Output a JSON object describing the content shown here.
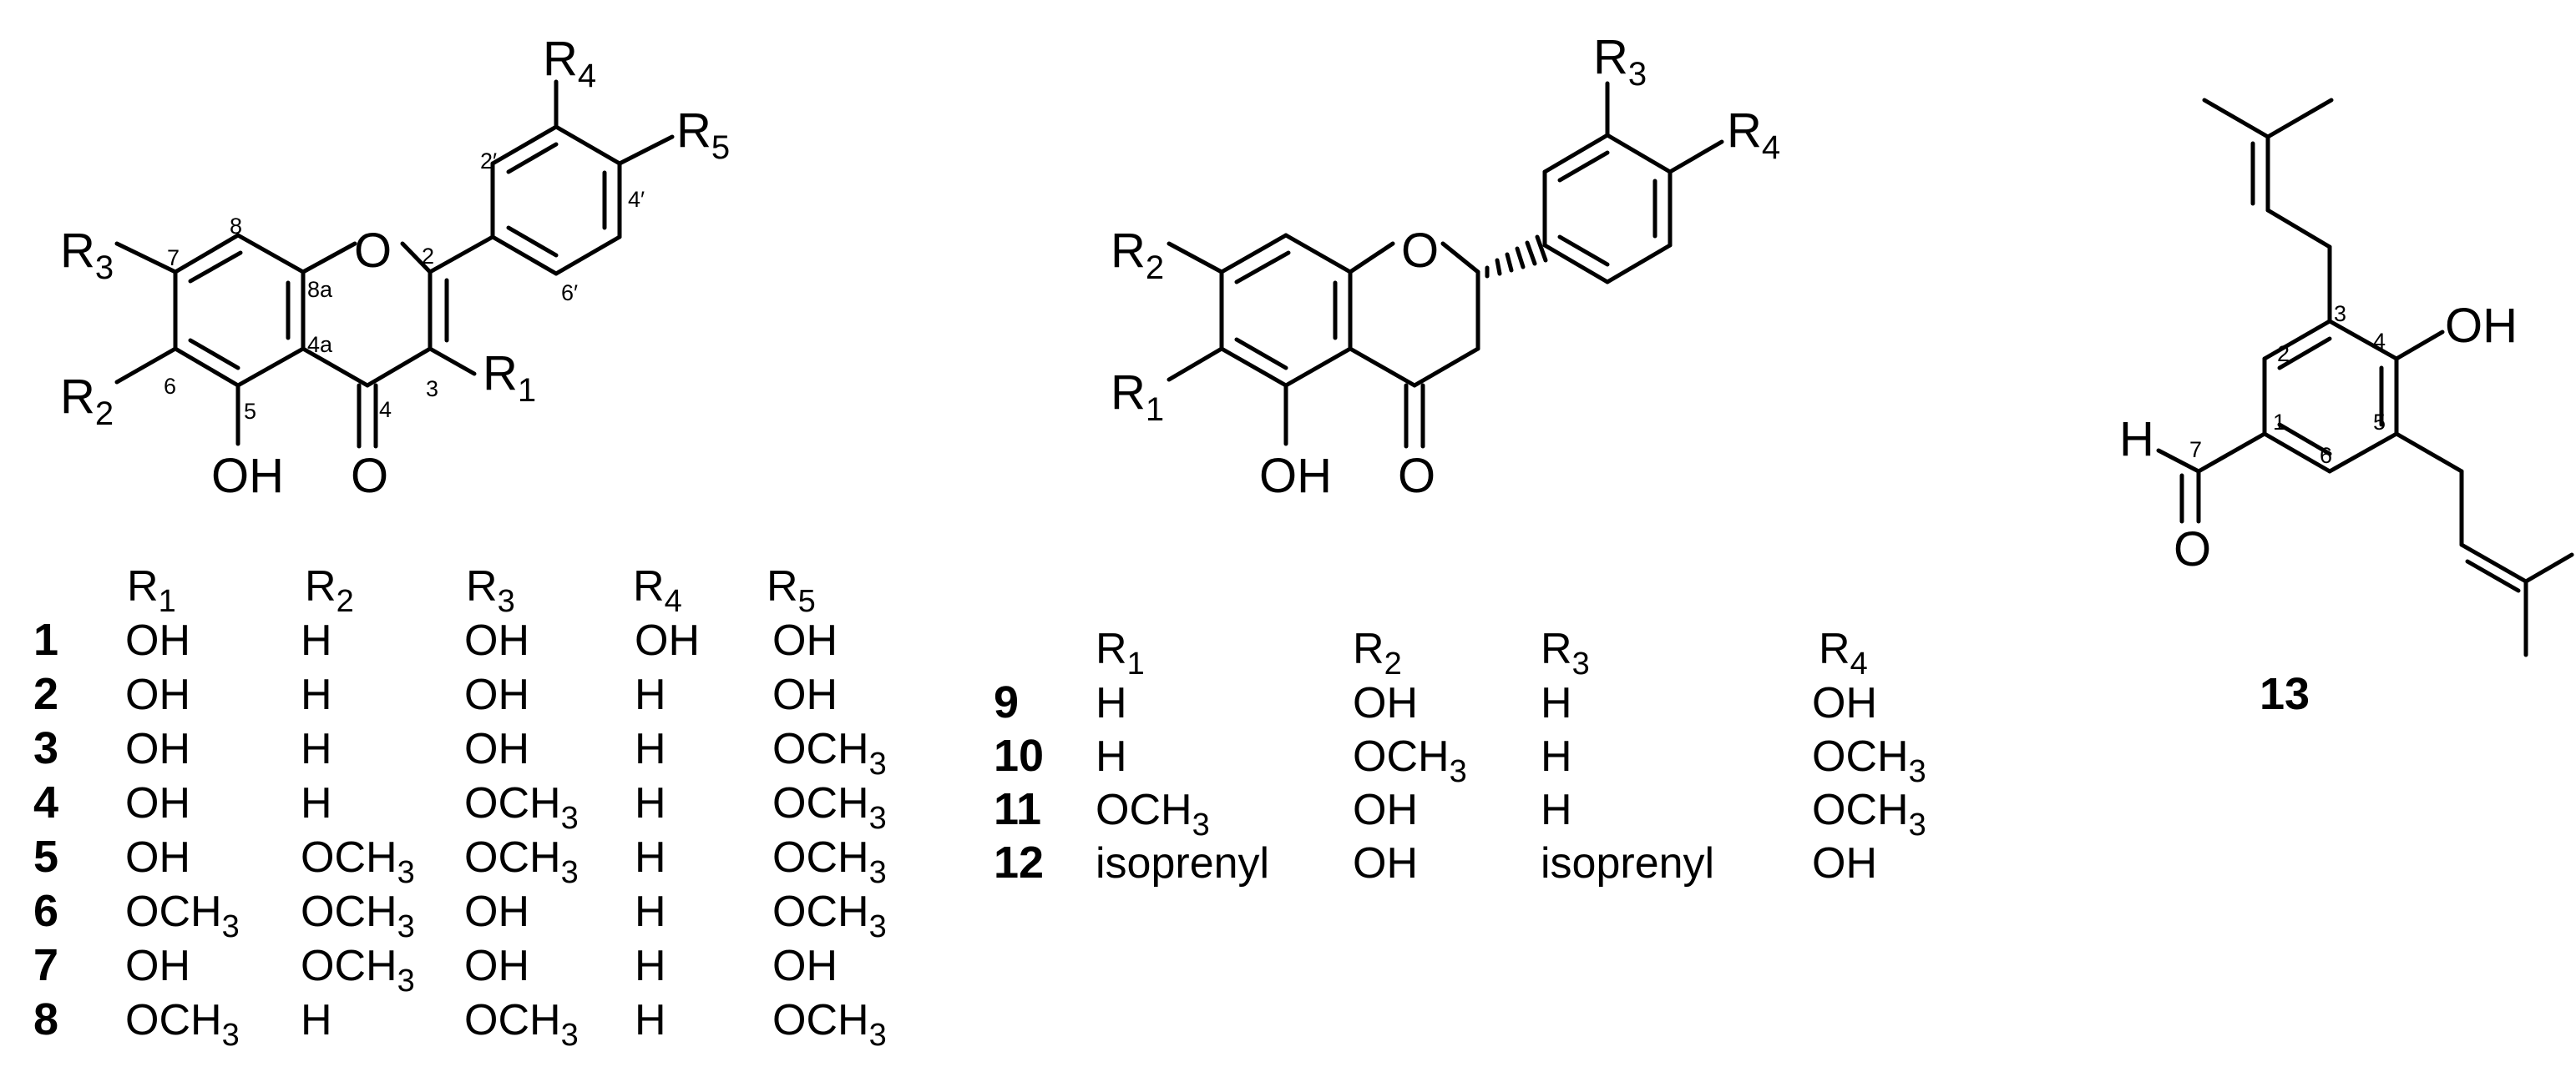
{
  "flavone": {
    "atoms": {
      "O1": "O",
      "OH5": "OH",
      "O4": "O"
    },
    "substituents": {
      "r1": "R1",
      "r2": "R2",
      "r3": "R3",
      "r4": "R4",
      "r5": "R5"
    },
    "positions": {
      "p2": "2",
      "p3": "3",
      "p4": "4",
      "p4a": "4a",
      "p5": "5",
      "p6": "6",
      "p7": "7",
      "p8": "8",
      "p8a": "8a",
      "p2p": "2′",
      "p4p": "4′",
      "p6p": "6′"
    }
  },
  "table1": {
    "headers": [
      "R1",
      "R2",
      "R3",
      "R4",
      "R5"
    ],
    "rows": [
      {
        "id": "1",
        "cells": [
          "OH",
          "H",
          "OH",
          "OH",
          "OH"
        ]
      },
      {
        "id": "2",
        "cells": [
          "OH",
          "H",
          "OH",
          "H",
          "OH"
        ]
      },
      {
        "id": "3",
        "cells": [
          "OH",
          "H",
          "OH",
          "H",
          "OCH3"
        ]
      },
      {
        "id": "4",
        "cells": [
          "OH",
          "H",
          "OCH3",
          "H",
          "OCH3"
        ]
      },
      {
        "id": "5",
        "cells": [
          "OH",
          "OCH3",
          "OCH3",
          "H",
          "OCH3"
        ]
      },
      {
        "id": "6",
        "cells": [
          "OCH3",
          "OCH3",
          "OH",
          "H",
          "OCH3"
        ]
      },
      {
        "id": "7",
        "cells": [
          "OH",
          "OCH3",
          "OH",
          "H",
          "OH"
        ]
      },
      {
        "id": "8",
        "cells": [
          "OCH3",
          "H",
          "OCH3",
          "H",
          "OCH3"
        ]
      }
    ]
  },
  "flavanone": {
    "atoms": {
      "O1": "O",
      "OH5": "OH",
      "O4": "O"
    },
    "substituents": {
      "r1": "R1",
      "r2": "R2",
      "r3": "R3",
      "r4": "R4"
    }
  },
  "table2": {
    "headers": [
      "R1",
      "R2",
      "R3",
      "R4"
    ],
    "rows": [
      {
        "id": "9",
        "cells": [
          "H",
          "OH",
          "H",
          "OH"
        ]
      },
      {
        "id": "10",
        "cells": [
          "H",
          "OCH3",
          "H",
          "OCH3"
        ]
      },
      {
        "id": "11",
        "cells": [
          "OCH3",
          "OH",
          "H",
          "OCH3"
        ]
      },
      {
        "id": "12",
        "cells": [
          "isoprenyl",
          "OH",
          "isoprenyl",
          "OH"
        ]
      }
    ]
  },
  "compound13": {
    "id": "13",
    "atoms": {
      "OH": "OH",
      "H": "H",
      "O": "O"
    },
    "positions": {
      "p1": "1",
      "p2": "2",
      "p3": "3",
      "p4": "4",
      "p5": "5",
      "p6": "6",
      "p7": "7"
    }
  }
}
